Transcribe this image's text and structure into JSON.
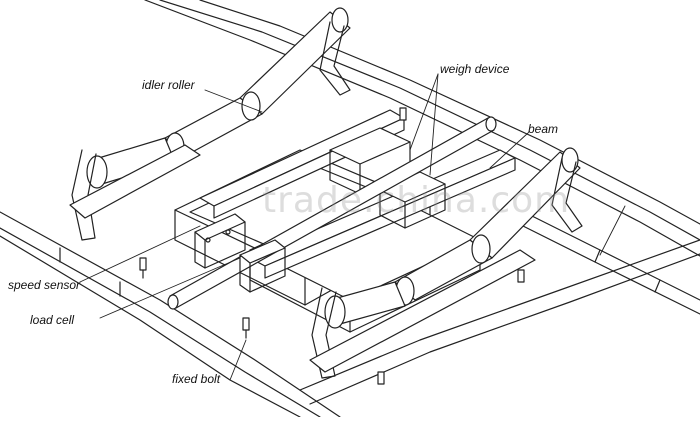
{
  "labels": {
    "idler_roller": "idler roller",
    "weigh_device": "weigh device",
    "beam": "beam",
    "speed_sensor": "speed sensor",
    "load_cell": "load cell",
    "fixed_bolt": "fixed bolt"
  },
  "watermark": "trade.china.com",
  "colors": {
    "line": "#222222",
    "fill": "#ffffff",
    "text": "#111111"
  }
}
